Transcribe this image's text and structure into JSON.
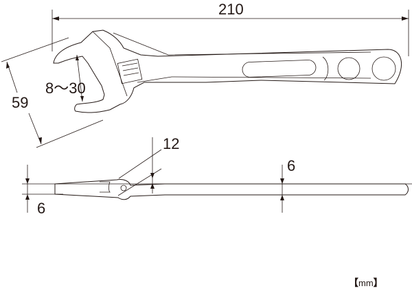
{
  "diagram": {
    "subject": "adjustable-wrench",
    "views": [
      "top-view",
      "side-view"
    ],
    "dimensions": {
      "overall_length": "210",
      "head_width": "59",
      "jaw_opening": "8〜30",
      "head_thickness": "12",
      "tip_thickness": "6",
      "handle_thickness": "6"
    },
    "unit": {
      "open_bracket": "【",
      "text": "mm",
      "close_bracket": "】"
    },
    "colors": {
      "line": "#231815",
      "background": "#ffffff"
    }
  }
}
